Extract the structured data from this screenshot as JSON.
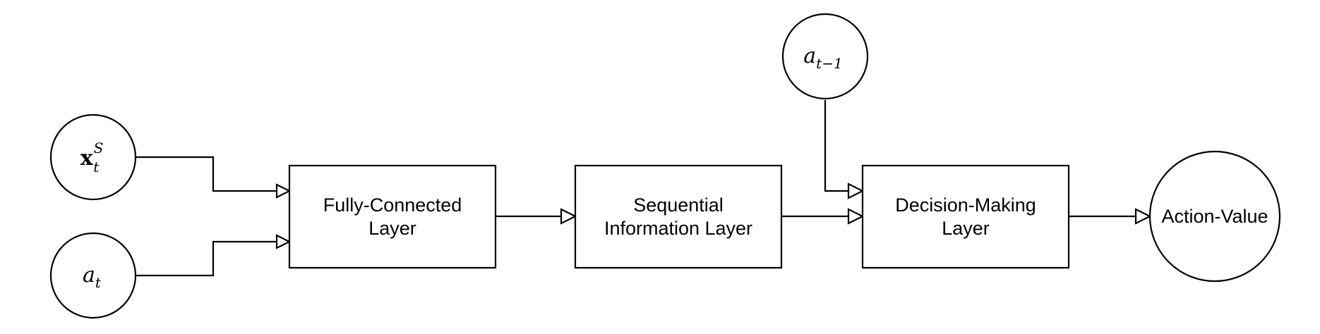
{
  "diagram": {
    "inputs": {
      "state": {
        "base": "x",
        "subscript": "t",
        "superscript": "S"
      },
      "action": {
        "base": "a",
        "subscript": "t"
      },
      "prev_action": {
        "base": "a",
        "subscript": "t−1"
      }
    },
    "layers": {
      "fully_connected": [
        "Fully-Connected",
        "Layer"
      ],
      "sequential": [
        "Sequential",
        "Information Layer"
      ],
      "decision": [
        "Decision-Making",
        "Layer"
      ]
    },
    "output": {
      "label": "Action-Value"
    }
  }
}
